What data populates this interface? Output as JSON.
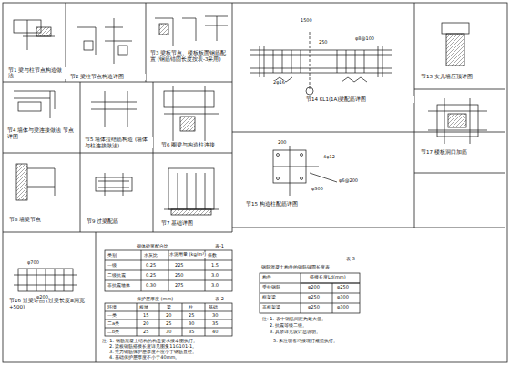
{
  "diagram": {
    "nodes": [
      {
        "text": [
          "节1 梁与柱节点构造做法"
        ]
      },
      {
        "text": [
          "节2 梁柱节点构造详图"
        ]
      },
      {
        "text": [
          "节3 梁板节点、楼板板面钢筋配置 (钢筋锚固长度按表-3采用)"
        ]
      },
      {
        "text": [
          "节4 墙体与梁连接做法 节点详图"
        ]
      },
      {
        "text": [
          "节5 墙体拉结筋构造 (墙体与柱连接做法)"
        ]
      },
      {
        "text": [
          "节6 圈梁与构造柱连接"
        ]
      },
      {
        "text": [
          "节8 墙梁节点"
        ]
      },
      {
        "text": [
          "节9 过梁配筋"
        ]
      },
      {
        "text": [
          "节7 基础详图"
        ]
      },
      {
        "text": [
          "节14 KL1(1A)梁配筋详图"
        ]
      },
      {
        "text": [
          "节13 女儿墙压顶详图"
        ]
      },
      {
        "text": [
          "节17 楼板洞口加筋"
        ]
      },
      {
        "text": [
          "节15 构造柱配筋详图"
        ]
      },
      {
        "text": [
          "节16 过梁详图 (过梁长度≥洞宽+500)"
        ]
      }
    ],
    "labels": [
      "砌体砂浆配合比",
      "表-1",
      "类别",
      "水灰比",
      "水泥用量 (kg/m³)",
      "倍数",
      "一级",
      "0.25",
      "225",
      "1.5",
      "二级抗震",
      "0.25",
      "250",
      "3.0",
      "非抗震墙体",
      "0.30",
      "275",
      "3.0",
      "保护层厚度 (mm)",
      "表-2",
      "环境",
      "板墙",
      "梁",
      "柱",
      "基础",
      "一类",
      "15",
      "20",
      "25",
      "30",
      "二a类",
      "20",
      "25",
      "30",
      "35",
      "二b类",
      "25",
      "30",
      "35",
      "40",
      "注: 1. 钢筋混凝土结构的构造要求按本图执行。",
      "2. 梁板钢筋搭接长度详见图集11G101-1。",
      "3. 受力钢筋保护层厚度不应小于钢筋直径。",
      "4. 基础保护层厚度不小于40mm。",
      "5. 未注明者均按现行规范执行。",
      "钢筋混凝土构件的钢筋锚固长度表",
      "表-3",
      "构件",
      "搭接长度Ld(mm)",
      "受拉钢筋",
      "φ200",
      "φ250",
      "框架梁",
      "φ250",
      "φ300",
      "非框架梁",
      "φ250",
      "φ300",
      "注: 1. 表中钢筋间距为最大值。",
      "2. 抗震等级二级。",
      "3. 其余详见设计总说明。",
      "250",
      "2φ16",
      "φ8@100",
      "1500",
      "200",
      "φ300",
      "4φ12",
      "φ6@200",
      "φ700",
      "φ200"
    ]
  }
}
